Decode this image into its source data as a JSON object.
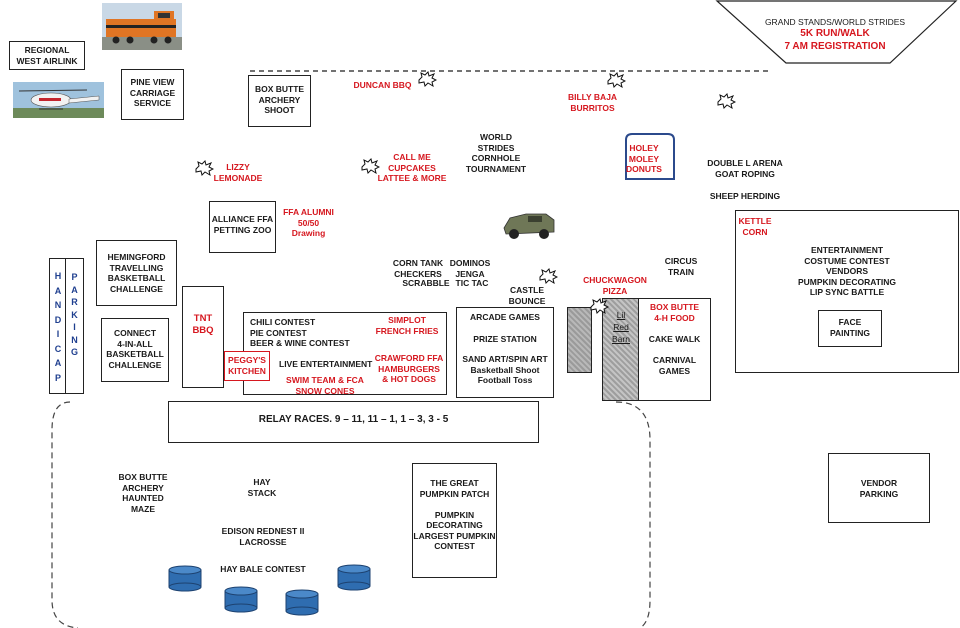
{
  "grandstands": {
    "title": "GRAND STANDS/WORLD STRIDES",
    "event": "5K RUN/WALK",
    "registration": "7 AM REGISTRATION"
  },
  "left_column": {
    "regional_airlink": "REGIONAL\nWEST AIRLINK",
    "pine_view": "PINE VIEW\nCARRIAGE\nSERVICE",
    "box_butte_archery": "BOX BUTTE\nARCHERY\nSHOOT"
  },
  "food_vendors": {
    "duncan": "DUNCAN BBQ",
    "billy_baja": "BILLY BAJA\nBURRITOS",
    "lizzy": "LIZZY\nLEMONADE",
    "call_me": "CALL ME\nCUPCAKES\nLATTEE & MORE",
    "holey_moley": "HOLEY\nMOLEY\nDONUTS",
    "kettle_corn": "KETTLE\nCORN",
    "chuckwagon": "CHUCKWAGON\nPIZZA",
    "tnt_bbq": "TNT\nBBQ",
    "peggys": "PEGGY'S\nKITCHEN",
    "simplot": "SIMPLOT\nFRENCH FRIES",
    "crawford": "CRAWFORD FFA\nHAMBURGERS\n& HOT DOGS",
    "swim_team": "SWIM TEAM & FCA\nSNOW CONES",
    "box_butte_4h": "BOX BUTTE\n4-H FOOD"
  },
  "activities": {
    "cornhole": "WORLD STRIDES\nCORNHOLE\nTOURNAMENT",
    "double_l": "DOUBLE L ARENA\nGOAT ROPING",
    "sheep": "SHEEP HERDING",
    "alliance_ffa": "ALLIANCE FFA\nPETTING ZOO",
    "ffa_alumni": "FFA ALUMNI\n50/50\nDrawing",
    "hemingford": "HEMINGFORD\nTRAVELLING\nBASKETBALL\nCHALLENGE",
    "connect": "CONNECT\n4-IN-ALL\nBASKETBALL\nCHALLENGE",
    "corn_tank": "CORN TANK\nCHECKERS",
    "scrabble": "SCRABBLE",
    "dominos": "DOMINOS\nJENGA",
    "tic_tac": "TIC TAC",
    "castle": "CASTLE\nBOUNCE",
    "circus": "CIRCUS\nTRAIN",
    "entertainment": "ENTERTAINMENT\nCOSTUME CONTEST\nVENDORS\nPUMPKIN DECORATING\nLIP SYNC BATTLE",
    "face_painting": "FACE\nPAINTING",
    "chili": "CHILI CONTEST\nPIE CONTEST\nBEER & WINE CONTEST",
    "live_ent": "LIVE ENTERTAINMENT",
    "arcade": "ARCADE GAMES",
    "prize": "PRIZE STATION",
    "sand_art": "SAND ART/SPIN ART\nBasketball Shoot\nFootball Toss",
    "lil_red_barn": "Lil\nRed\nBarn",
    "cake_walk": "CAKE WALK",
    "carnival": "CARNIVAL\nGAMES",
    "relay": "RELAY RACES.  9 – 11, 11 – 1,  1 – 3,   3 - 5",
    "haunted_maze": "BOX BUTTE\nARCHERY\nHAUNTED\nMAZE",
    "hay_stack": "HAY\nSTACK",
    "lacrosse": "EDISON REDNEST II\nLACROSSE",
    "hay_bale": "HAY BALE CONTEST",
    "pumpkin_patch": "THE GREAT\nPUMPKIN PATCH\n\nPUMPKIN\nDECORATING\nLARGEST PUMPKIN\nCONTEST",
    "vendor_parking": "VENDOR\nPARKING"
  },
  "handicap_parking": {
    "word1": [
      "H",
      "A",
      "N",
      "D",
      "I",
      "C",
      "A",
      "P"
    ],
    "word2": [
      "P",
      "A",
      "R",
      "K",
      "I",
      "N",
      "G"
    ]
  },
  "colors": {
    "vendor_red": "#d6171f",
    "handicap_blue": "#1f3f8f",
    "donut_border": "#2b4a8c",
    "barrel_blue": "#2f6db0"
  }
}
